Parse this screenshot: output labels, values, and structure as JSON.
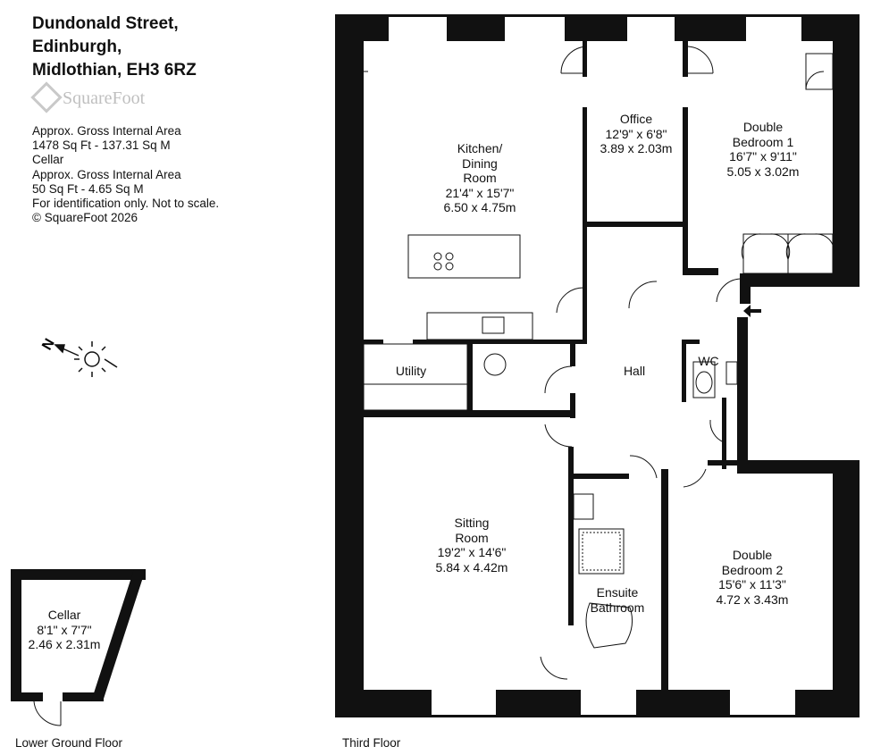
{
  "address": [
    "Dundonald Street,",
    "Edinburgh,",
    "Midlothian, EH3 6RZ"
  ],
  "brand": "SquareFoot",
  "notes": [
    "Approx. Gross Internal Area",
    "1478 Sq Ft  -  137.31 Sq M",
    "Cellar",
    "Approx. Gross Internal Area",
    "50 Sq Ft  -  4.65 Sq M",
    "For identification only. Not to scale.",
    "© SquareFoot 2026"
  ],
  "compass_letter": "N",
  "floors": {
    "lower": "Lower Ground Floor",
    "third": "Third Floor"
  },
  "rooms": {
    "cellar": [
      "Cellar",
      "8'1\" x 7'7\"",
      "2.46 x 2.31m"
    ],
    "kitchen": [
      "Kitchen/",
      "Dining",
      "Room",
      "21'4\" x 15'7\"",
      "6.50 x 4.75m"
    ],
    "office": [
      "Office",
      "12'9\" x 6'8\"",
      "3.89 x 2.03m"
    ],
    "bedroom1": [
      "Double",
      "Bedroom 1",
      "16'7\" x 9'11\"",
      "5.05 x 3.02m"
    ],
    "utility": [
      "Utility"
    ],
    "hall": [
      "Hall"
    ],
    "wc": [
      "WC"
    ],
    "sitting": [
      "Sitting",
      "Room",
      "19'2\" x 14'6\"",
      "5.84 x 4.42m"
    ],
    "ensuite": [
      "Ensuite",
      "Bathroom"
    ],
    "bedroom2": [
      "Double",
      "Bedroom 2",
      "15'6\" x 11'3\"",
      "4.72 x 3.43m"
    ]
  },
  "colors": {
    "wall": "#111111",
    "logo": "#bfbfbf"
  }
}
